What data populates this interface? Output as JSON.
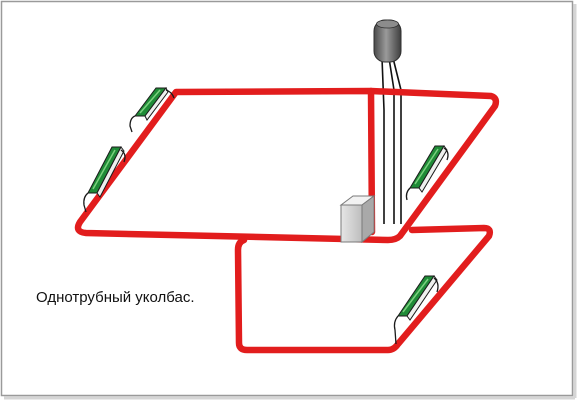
{
  "caption": "Однотрубный уколбас.",
  "colors": {
    "pipe": "#e21d1d",
    "radiator_fill": "#1f8b37",
    "radiator_highlight": "#7ad17e",
    "radiator_body": "#eef0ee",
    "wire": "#111111",
    "boiler": "#d6d6d6",
    "tank": "#6e6e6e",
    "frame": "#8a8a8a"
  },
  "components": {
    "pipe_loop": "pipe-loop",
    "radiators": [
      "radiator-upper-left-1",
      "radiator-upper-left-2",
      "radiator-upper-right",
      "radiator-lower-right"
    ],
    "boiler": "boiler-box",
    "expansion_tank": "expansion-tank"
  }
}
